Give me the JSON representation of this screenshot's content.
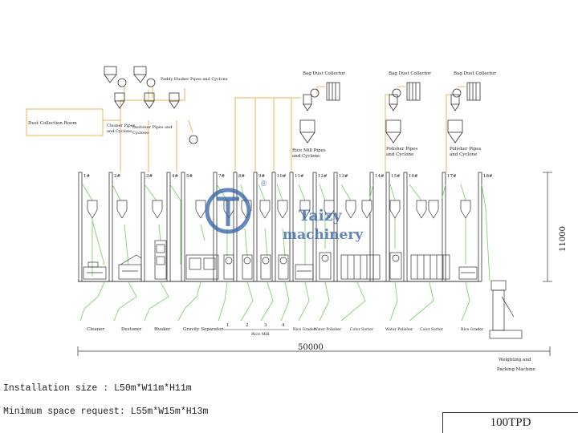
{
  "title_labels": {
    "paddy_husker": "Paddy Husker Pipes and Cyclone",
    "dust_room": "Dust Collection Room",
    "cleaner_pipes": [
      "Cleaner Pipes",
      "and Cyclone"
    ],
    "destoner_pipes": [
      "Destoner Pipes and",
      "Cyclone"
    ],
    "bag_dust_1": "Bag Dust Collector",
    "bag_dust_2": "Bag Dust Collector",
    "bag_dust_3": "Bag Dust Collector",
    "rice_mill_pipes": [
      "Rice Mill Pipes",
      "and Cyclone"
    ],
    "polisher_pipes_1": [
      "Polisher Pipes",
      "and Cyclone"
    ],
    "polisher_pipes_2": [
      "Polisher Pipes",
      "and Cyclone"
    ]
  },
  "column_numbers": [
    "1#",
    "2#",
    "3#",
    "4#",
    "5#",
    "7#",
    "8#",
    "9#",
    "10#",
    "11#",
    "12#",
    "13#",
    "14#",
    "15#",
    "16#",
    "17#",
    "18#"
  ],
  "machine_labels": {
    "cleaner": "Cleaner",
    "destoner": "Destoner",
    "husker": "Husker",
    "gravity": "Gravity Separator",
    "rice_mill": "Rice Mill",
    "rice_grader_1": "Rice Grader",
    "water_polisher_1": "Water Polisher",
    "color_sorter_1": "Color Sorter",
    "water_polisher_2": "Water Polisher",
    "color_sorter_2": "Color Sorter",
    "rice_grader_2": "Rice Grader",
    "weighing": [
      "Weighting and",
      "Packing Machine"
    ],
    "mill_numbers": [
      "1",
      "2",
      "3",
      "4"
    ]
  },
  "dimensions": {
    "length": "50000",
    "height": "11000"
  },
  "watermark": {
    "line1": "Taizy",
    "line2": "machinery",
    "mark": "®"
  },
  "info": {
    "installation_size": "Installation size : L50m*W11m*H11m",
    "minimum_space": "Minimum space request: L55m*W15m*H13m"
  },
  "capacity": "100TPD",
  "colors": {
    "pipe_orange": "#e8b55a",
    "pipe_green": "#7fd36a",
    "line": "#333333",
    "watermark_blue": "#2f5fa8"
  }
}
